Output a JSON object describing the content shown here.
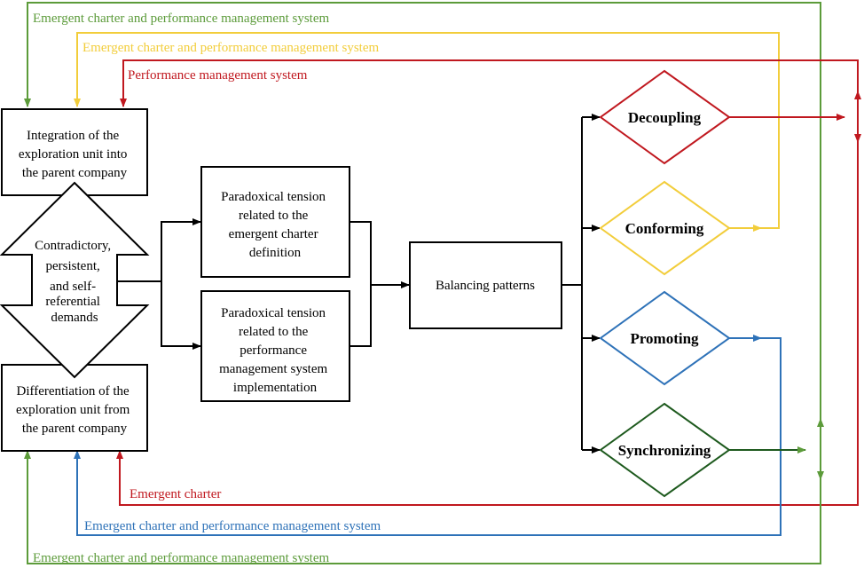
{
  "colors": {
    "green": "#5c9b3a",
    "yellow": "#f2cd3b",
    "red": "#c0181f",
    "blue": "#2e72b8",
    "darkgreen": "#1e5a1e",
    "black": "#000000"
  },
  "nodes": {
    "integration": [
      "Integration of the",
      "exploration unit into",
      "the parent company"
    ],
    "differentiation": [
      "Differentiation of the",
      "exploration unit from",
      "the parent company"
    ],
    "demands": [
      "Contradictory,",
      "persistent,",
      "and self-",
      "referential",
      "demands"
    ],
    "tension_charter": [
      "Paradoxical tension",
      "related to the",
      "emergent charter",
      "definition"
    ],
    "tension_pms": [
      "Paradoxical tension",
      "related to the",
      "performance",
      "management system",
      "implementation"
    ],
    "balancing": "Balancing patterns",
    "decoupling": "Decoupling",
    "conforming": "Conforming",
    "promoting": "Promoting",
    "synchronizing": "Synchronizing"
  },
  "flow_labels": {
    "top_green": "Emergent charter and performance management system",
    "top_yellow": "Emergent charter and performance management system",
    "top_red": "Performance management system",
    "bottom_red": "Emergent charter",
    "bottom_blue": "Emergent charter and performance management system",
    "bottom_green": "Emergent charter and performance management system"
  }
}
